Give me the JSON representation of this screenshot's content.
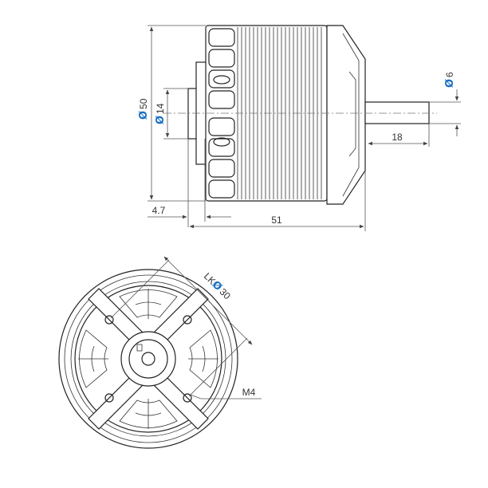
{
  "side_view": {
    "dia_outer": {
      "symbol": "Ø",
      "value": "50"
    },
    "dia_boss": {
      "symbol": "Ø",
      "value": "14"
    },
    "dia_shaft": {
      "symbol": "Ø",
      "value": "6"
    },
    "shaft_length": "18",
    "boss_length": "4.7",
    "total_length": "51"
  },
  "front_view": {
    "bolt_circle": {
      "prefix": "LK",
      "symbol": "Ø",
      "value": "30"
    },
    "thread": "M4"
  },
  "colors": {
    "symbol": "#1a6fc4",
    "line": "#222222",
    "dimension": "#555555"
  }
}
